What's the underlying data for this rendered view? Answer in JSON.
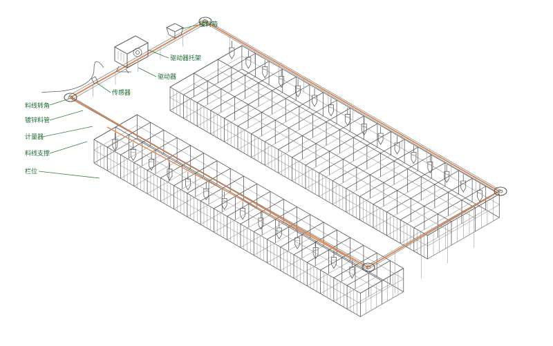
{
  "colors": {
    "pipe": "#d98a5c",
    "label": "#1e6b2e",
    "line": "#5b5b5b"
  },
  "labels": {
    "receiving_box": "接料箱",
    "drive_bracket": "驱动器托架",
    "drive": "驱动器",
    "sensor": "传感器",
    "corner": "料线转角",
    "galvanized_pipe": "镀锌料管",
    "doser": "计量器",
    "support": "料线支撑",
    "stall": "栏位"
  }
}
